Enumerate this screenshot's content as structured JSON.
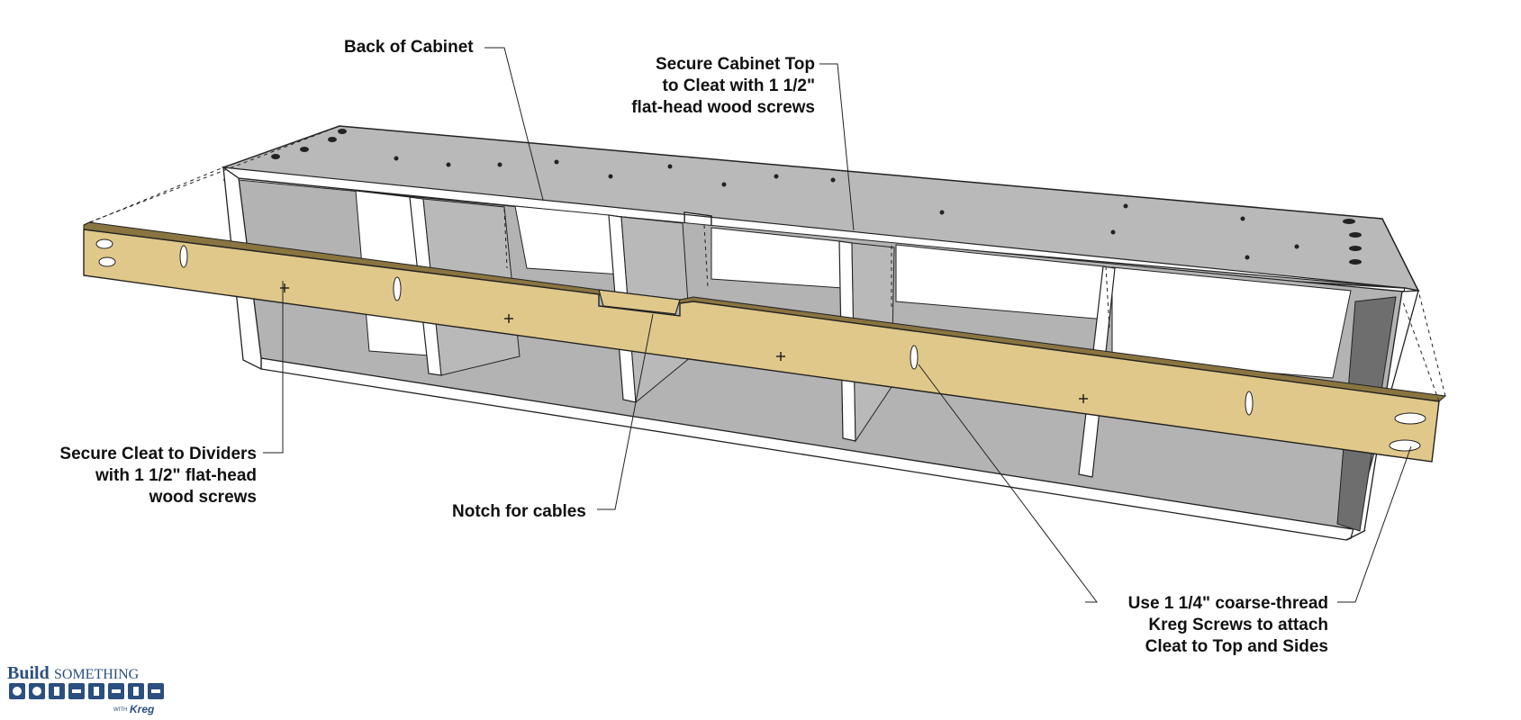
{
  "callouts": {
    "back_of_cabinet": "Back of Cabinet",
    "secure_top": [
      "Secure Cabinet Top",
      "to Cleat with 1 1/2\"",
      "flat-head wood screws"
    ],
    "secure_cleat": [
      "Secure Cleat to Dividers",
      "with 1 1/2\" flat-head",
      "wood screws"
    ],
    "notch": "Notch for cables",
    "kreg_screws": [
      "Use 1 1/4\" coarse-thread",
      "Kreg Screws to attach",
      "Cleat to Top and Sides"
    ]
  },
  "logo": {
    "word1": "Build",
    "word2": "SOMETHING",
    "with": "WITH",
    "brand": "Kreg"
  },
  "colors": {
    "cleat": "#e0c88a",
    "panel_gray": "#b9b9b9",
    "dark_gray": "#6e6e6e",
    "edge_white": "#ffffff",
    "logo_blue": "#2b4f7f"
  }
}
